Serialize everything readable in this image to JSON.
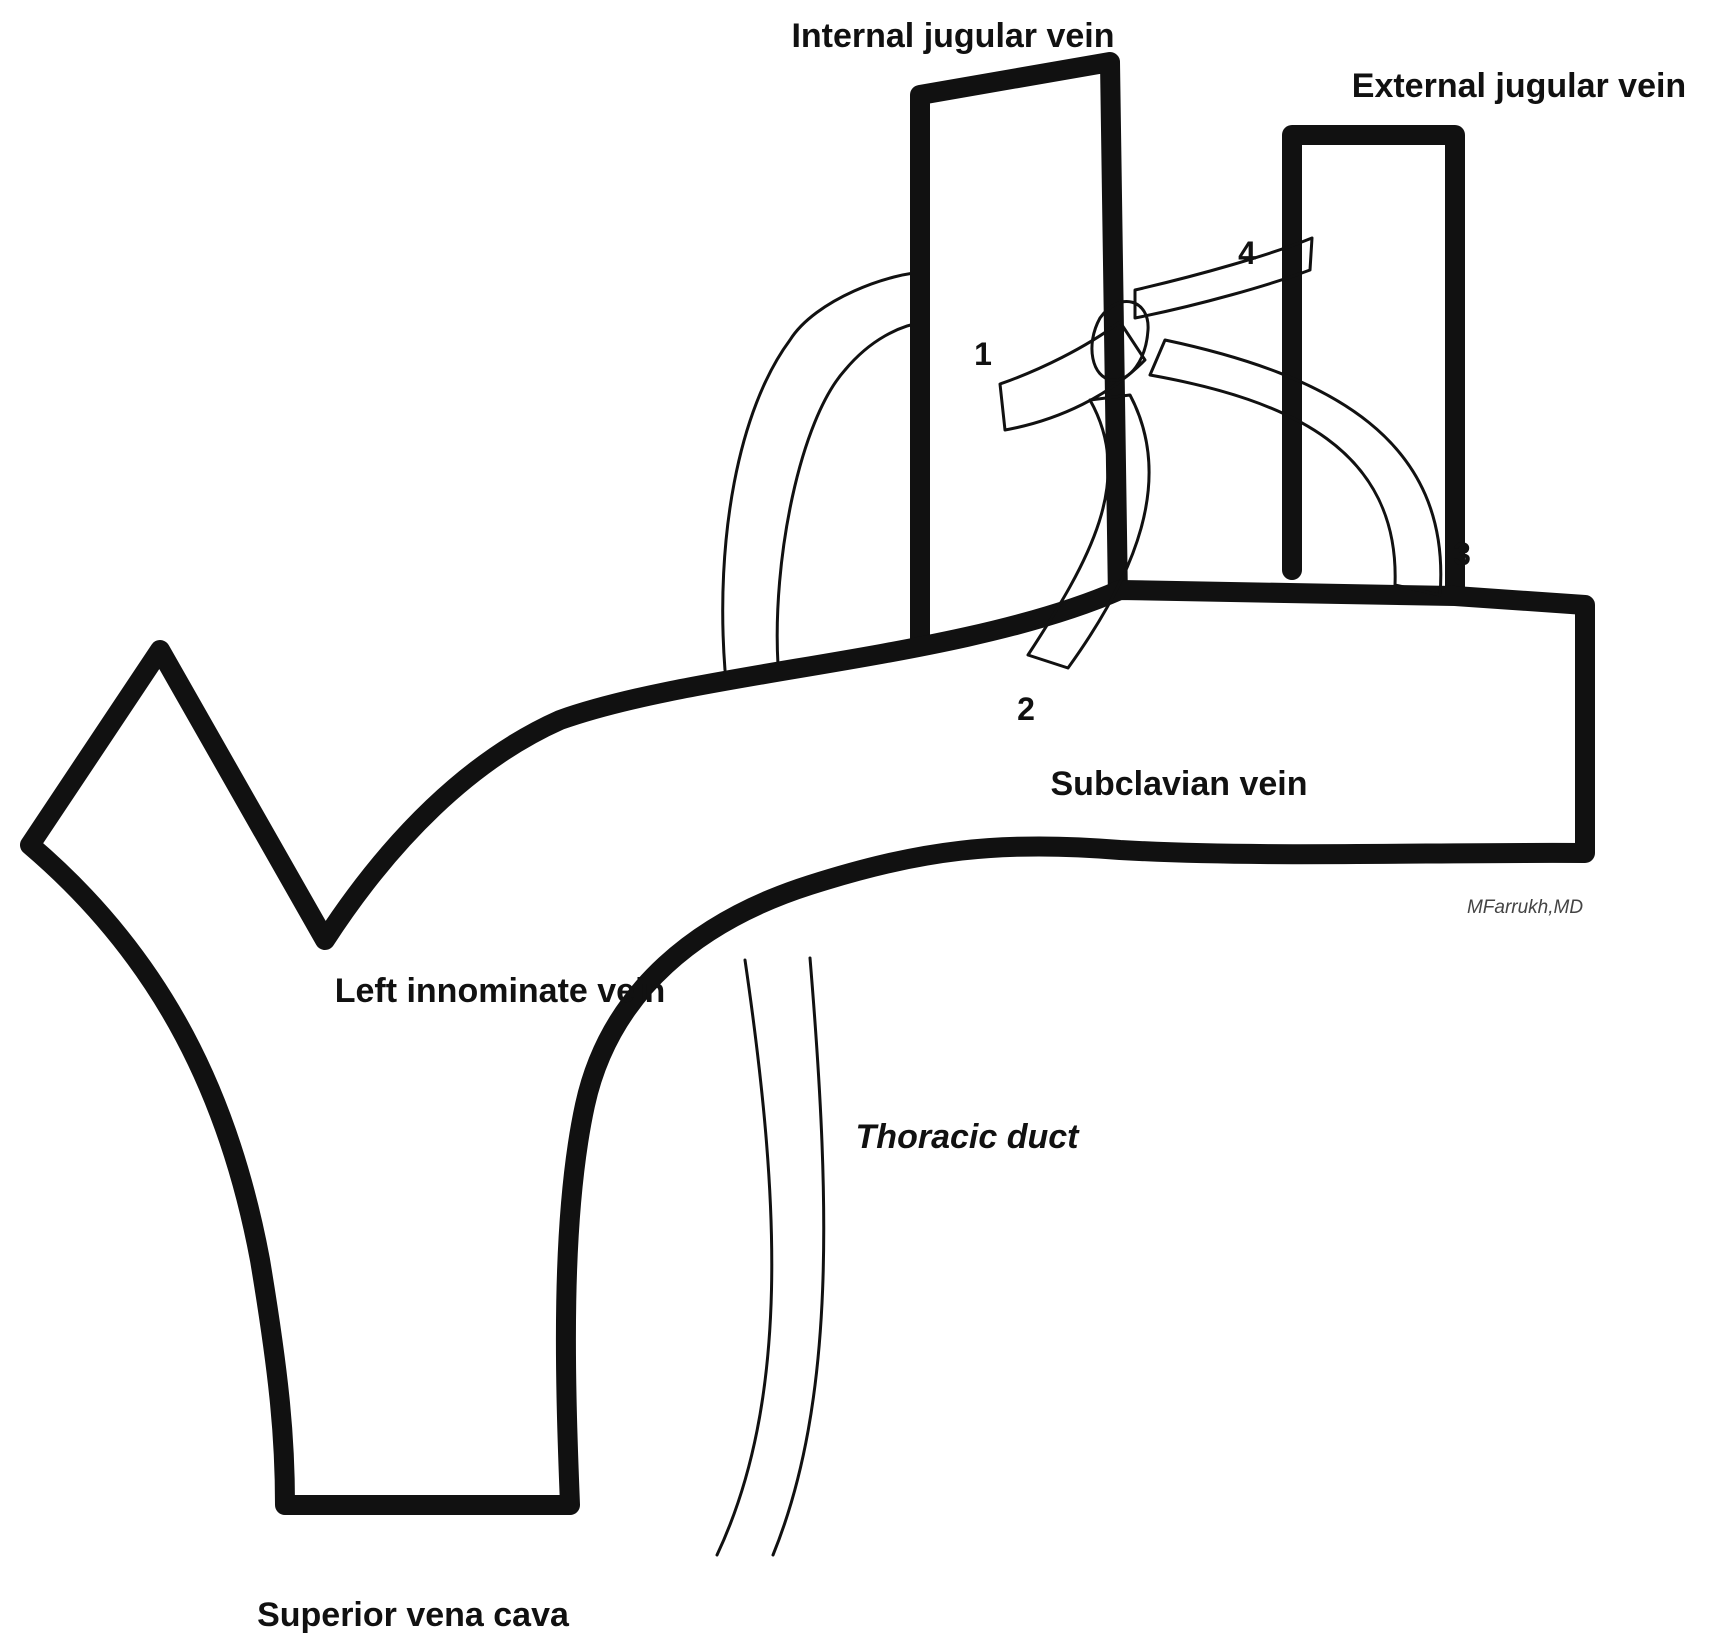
{
  "labels": {
    "internal_jugular_vein": "Internal jugular vein",
    "external_jugular_vein": "External jugular vein",
    "subclavian_vein": "Subclavian vein",
    "left_innominate_vein": "Left innominate vein",
    "thoracic_duct": "Thoracic duct",
    "superior_vena_cava": "Superior vena cava"
  },
  "markers": {
    "one": "1",
    "two": "2",
    "three": "3",
    "four": "4"
  },
  "signature": "MFarrukh,MD"
}
